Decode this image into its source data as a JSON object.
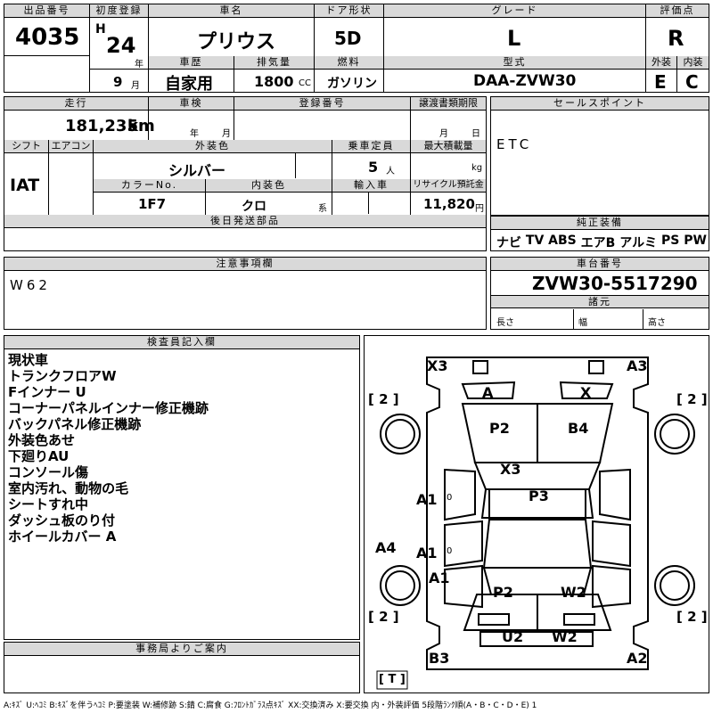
{
  "header": {
    "lot_no": {
      "label": "出品番号",
      "value": "4035"
    },
    "first_reg": {
      "label": "初度登録",
      "era": "H",
      "year": "24",
      "year_unit": "年",
      "month": "9",
      "month_unit": "月"
    },
    "car_name": {
      "label": "車名",
      "value": "プリウス"
    },
    "door": {
      "label": "ドア形状",
      "value": "5D"
    },
    "grade": {
      "label": "グレード",
      "value": "L"
    },
    "score": {
      "label": "評価点",
      "value": "R"
    },
    "history": {
      "label": "車歴",
      "value": "自家用"
    },
    "displacement": {
      "label": "排気量",
      "value": "1800",
      "unit": "CC"
    },
    "fuel": {
      "label": "燃料",
      "value": "ガソリン"
    },
    "model": {
      "label": "型式",
      "value": "DAA-ZVW30"
    },
    "exterior_score": {
      "label": "外装",
      "value": "E"
    },
    "interior_score": {
      "label": "内装",
      "value": "C"
    }
  },
  "row2": {
    "mileage": {
      "label": "走行",
      "value": "181,235",
      "unit": "km"
    },
    "inspection": {
      "label": "車検",
      "year_unit": "年",
      "month_unit": "月"
    },
    "reg_no": {
      "label": "登録番号"
    },
    "transfer_deadline": {
      "label": "譲渡書類期限",
      "month_unit": "月",
      "day_unit": "日"
    },
    "shift": {
      "label": "シフト",
      "value": "IAT"
    },
    "aircon": {
      "label": "エアコン"
    },
    "color": {
      "label": "外装色",
      "value": "シルバー"
    },
    "capacity": {
      "label": "乗車定員",
      "value": "5",
      "unit": "人"
    },
    "max_load": {
      "label": "最大積載量",
      "unit": "kg"
    },
    "color_no": {
      "label": "カラーNo.",
      "value": "1F7"
    },
    "interior_color": {
      "label": "内装色",
      "value": "クロ",
      "unit": "系"
    },
    "import": {
      "label": "輸入車"
    },
    "recycle": {
      "label": "リサイクル預託金",
      "value": "11,820",
      "unit": "円"
    },
    "rear_parts": {
      "label": "後日発送部品"
    }
  },
  "sales_point": {
    "label": "セールスポイント",
    "value": "ETC"
  },
  "equipment": {
    "label": "純正装備",
    "items": [
      "ナビ",
      "TV",
      "ABS",
      "エアB",
      "アルミ",
      "PS",
      "PW"
    ]
  },
  "caution": {
    "label": "注意事項欄",
    "value": "W62"
  },
  "chassis": {
    "label": "車台番号",
    "value": "ZVW30-5517290",
    "specs_label": "諸元",
    "length": "長さ",
    "width": "幅",
    "height": "高さ"
  },
  "inspector": {
    "label": "検査員記入欄",
    "notes": [
      "現状車",
      "トランクフロアW",
      "Fインナー U",
      "コーナーパネルインナー修正機跡",
      "バックパネル修正機跡",
      "外装色あせ",
      "下廻りAU",
      "コンソール傷",
      "室内汚れ、動物の毛",
      "シートすれ中",
      "ダッシュ板のり付",
      "ホイールカバー A"
    ]
  },
  "office": {
    "label": "事務局よりご案内"
  },
  "diagram": {
    "marks": [
      "X3",
      "A3",
      "A",
      "X",
      "P2",
      "B4",
      "X3",
      "A1",
      "P3",
      "A4",
      "A1",
      "A1",
      "P2",
      "W2",
      "U2",
      "W2",
      "B3",
      "A2"
    ],
    "tire_left_top": "[ 2 ]",
    "tire_right_top": "[ 2 ]",
    "tire_left_bottom": "[ 2 ]",
    "tire_right_bottom": "[ 2 ]",
    "spare": "[ T ]",
    "tread1": "0",
    "tread2": "0"
  },
  "legend": "A:ｷｽﾞ U:ﾍｺﾐ B:ｷｽﾞを伴うﾍｺﾐ P:要塗装 W:補修跡 S:錆 C:腐食 G:ﾌﾛﾝﾄｶﾞﾗｽ点ｷｽﾞ XX:交換済み X:要交換 内・外装評価 5段階ﾗﾝｸ順(A・B・C・D・E) 1"
}
